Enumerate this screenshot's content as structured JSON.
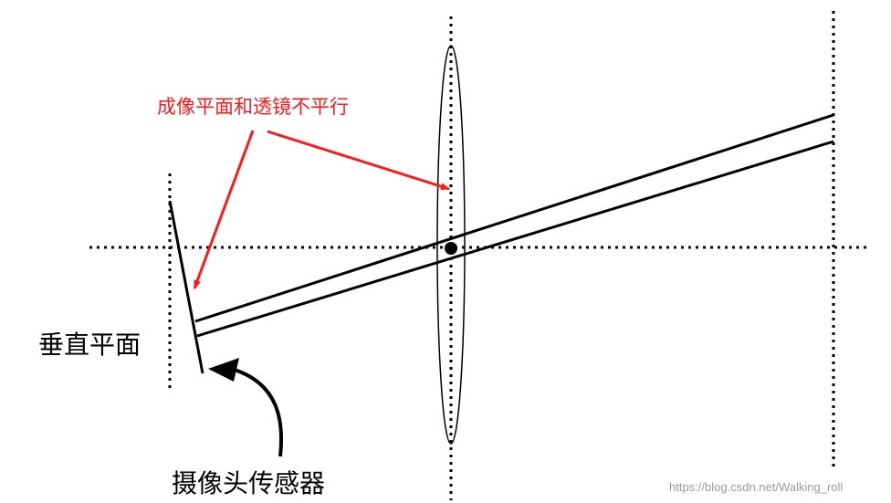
{
  "annotations": {
    "tilt_note": "成像平面和透镜不平行",
    "vertical_plane": "垂直平面",
    "camera_sensor": "摄像头传感器"
  },
  "watermark": "https://blog.csdn.net/Walking_roll",
  "colors": {
    "highlight": "#ff1a1a",
    "line": "#000000",
    "watermark": "#9a9a9a"
  }
}
